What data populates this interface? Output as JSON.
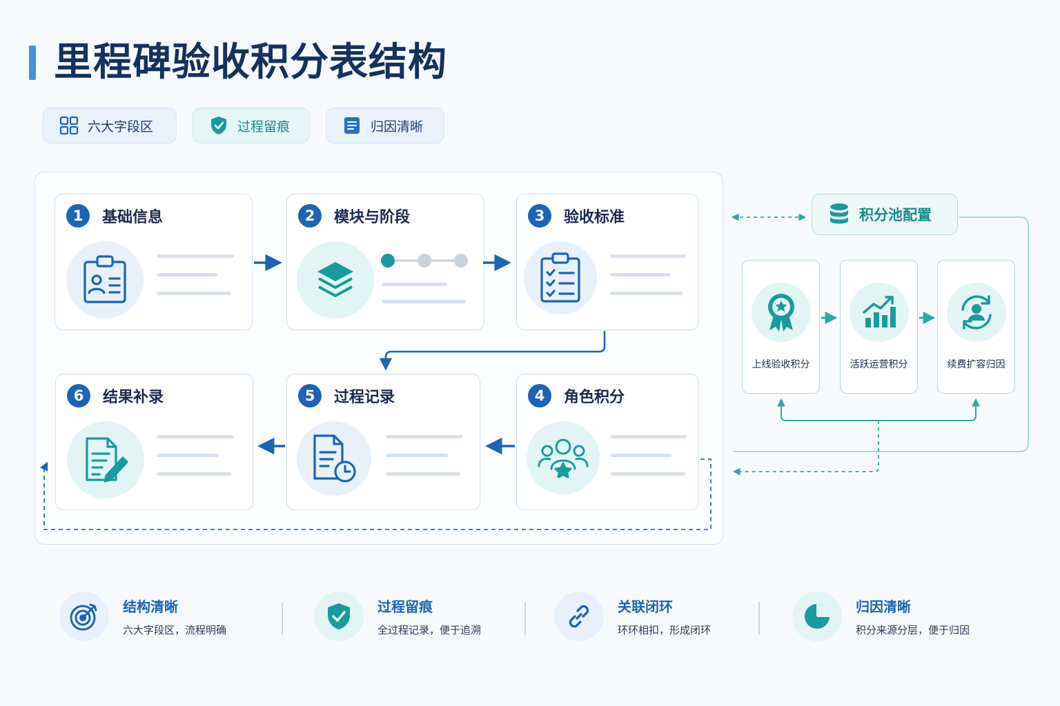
{
  "title": "里程碑验收积分表结构",
  "chips": [
    {
      "label": "六大字段区",
      "icon": "grid-icon"
    },
    {
      "label": "过程留痕",
      "icon": "shield-check-icon"
    },
    {
      "label": "归因清晰",
      "icon": "document-list-icon"
    }
  ],
  "cards": [
    {
      "num": "1",
      "title": "基础信息",
      "icon": "id-clipboard-icon"
    },
    {
      "num": "2",
      "title": "模块与阶段",
      "icon": "layers-icon"
    },
    {
      "num": "3",
      "title": "验收标准",
      "icon": "checklist-icon"
    },
    {
      "num": "4",
      "title": "角色积分",
      "icon": "team-star-icon"
    },
    {
      "num": "5",
      "title": "过程记录",
      "icon": "document-clock-icon"
    },
    {
      "num": "6",
      "title": "结果补录",
      "icon": "document-edit-icon"
    }
  ],
  "pool": {
    "title": "积分池配置",
    "items": [
      {
        "label": "上线验收积分",
        "icon": "award-ribbon-icon"
      },
      {
        "label": "活跃运营积分",
        "icon": "growth-chart-icon"
      },
      {
        "label": "续费扩容归因",
        "icon": "user-cycle-icon"
      }
    ]
  },
  "features": [
    {
      "title": "结构清晰",
      "desc": "六大字段区，流程明确",
      "icon": "target-icon"
    },
    {
      "title": "过程留痕",
      "desc": "全过程记录，便于追溯",
      "icon": "shield-check-icon"
    },
    {
      "title": "关联闭环",
      "desc": "环环相扣，形成闭环",
      "icon": "link-icon"
    },
    {
      "title": "归因清晰",
      "desc": "积分来源分层，便于归因",
      "icon": "pie-chart-icon"
    }
  ],
  "colors": {
    "primary": "#1e63b4",
    "teal": "#1a9a9c",
    "accent_bar": "#4a90d9",
    "title": "#16315e"
  }
}
